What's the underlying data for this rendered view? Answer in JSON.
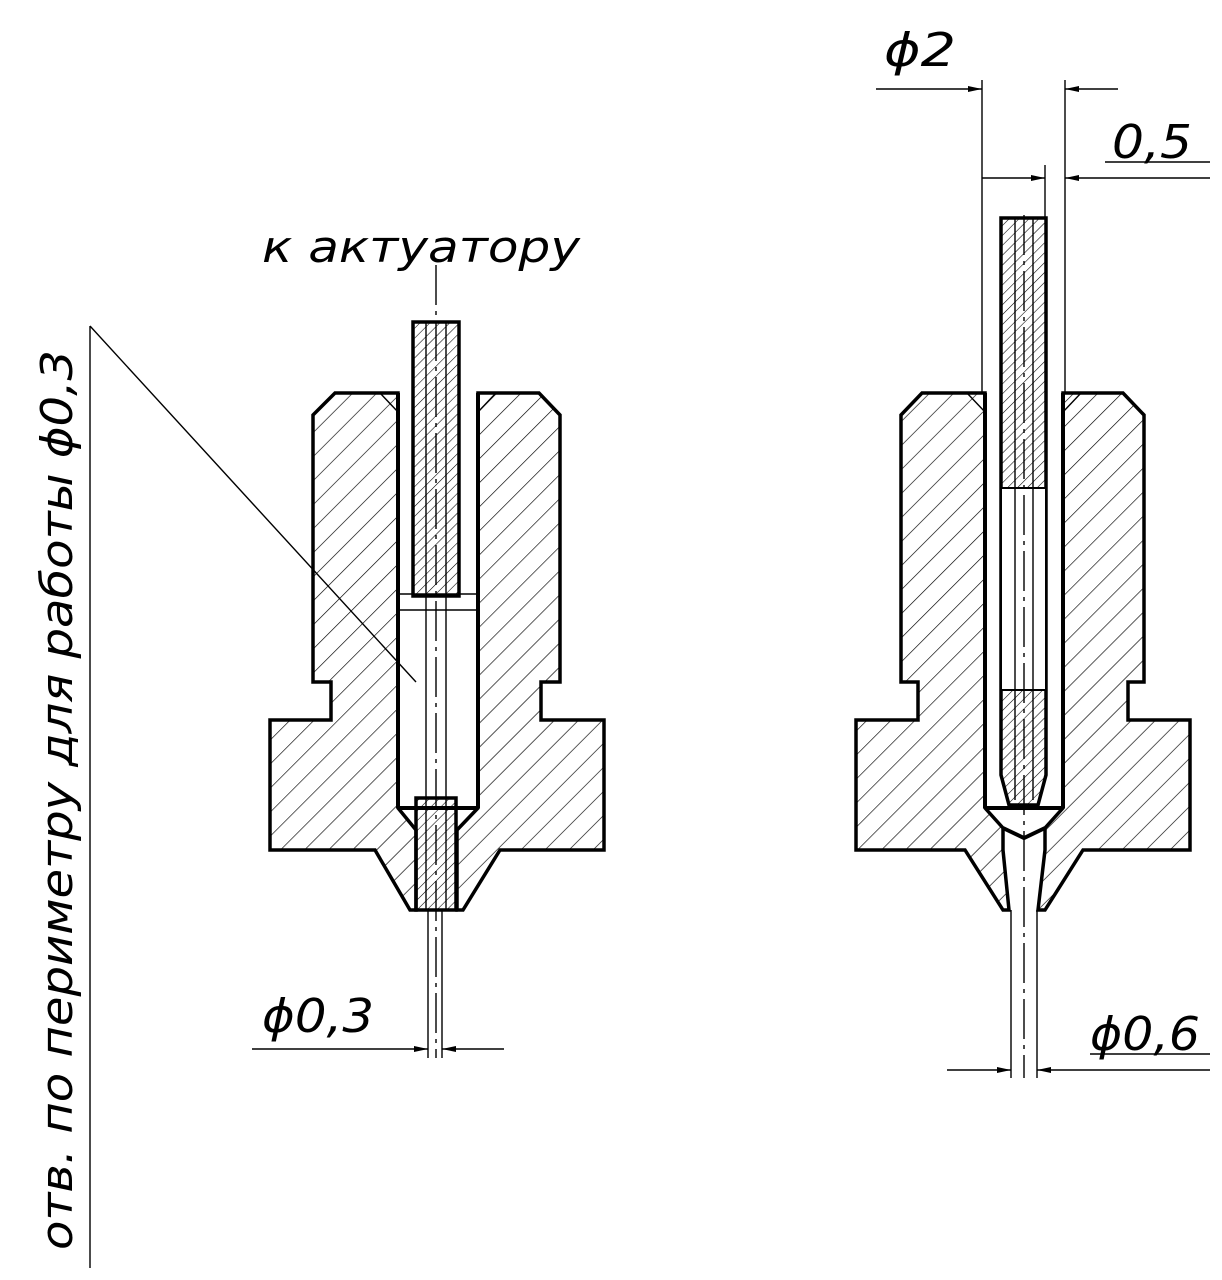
{
  "labels": {
    "actuator": "к актуатору",
    "perimeter_note": "отв. по периметру для работы ϕ0,3",
    "dia_left_outlet": "ϕ0,3",
    "dia_needle": "ϕ2",
    "wall": "0,5",
    "dia_right_outlet": "ϕ0,6"
  },
  "colors": {
    "line": "#000000",
    "background": "#ffffff"
  }
}
